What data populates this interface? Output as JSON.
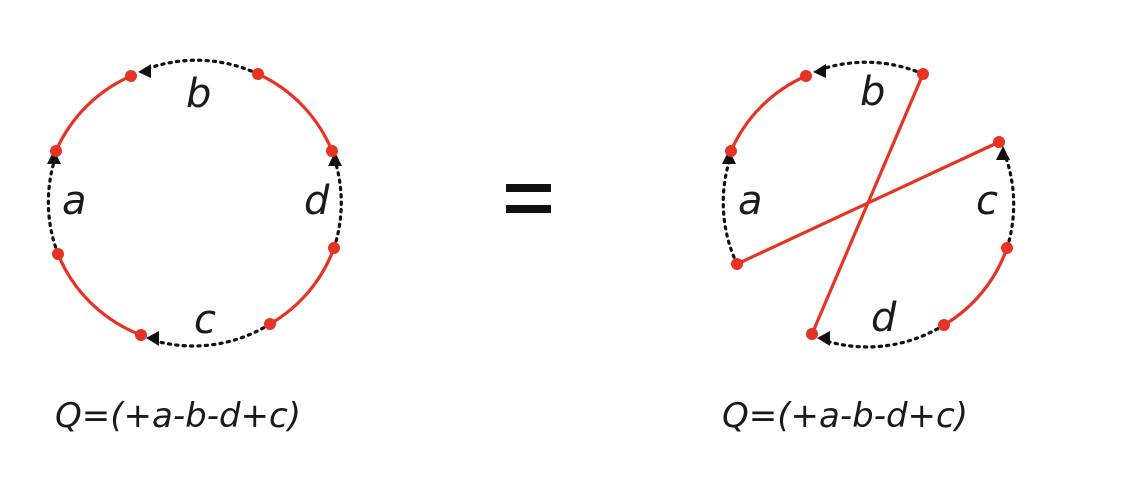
{
  "left_diagram": {
    "labels": {
      "a": "a",
      "b": "b",
      "c": "c",
      "d": "d"
    },
    "equation": "Q=(+a-b-d+c)"
  },
  "equals_sign": "=",
  "right_diagram": {
    "labels": {
      "a": "a",
      "b": "b",
      "c": "c",
      "d": "d"
    },
    "equation": "Q=(+a-b-d+c)"
  },
  "colors": {
    "arc_red": "#e63323",
    "dotted_black": "#111111",
    "text": "#1a1a1a"
  }
}
